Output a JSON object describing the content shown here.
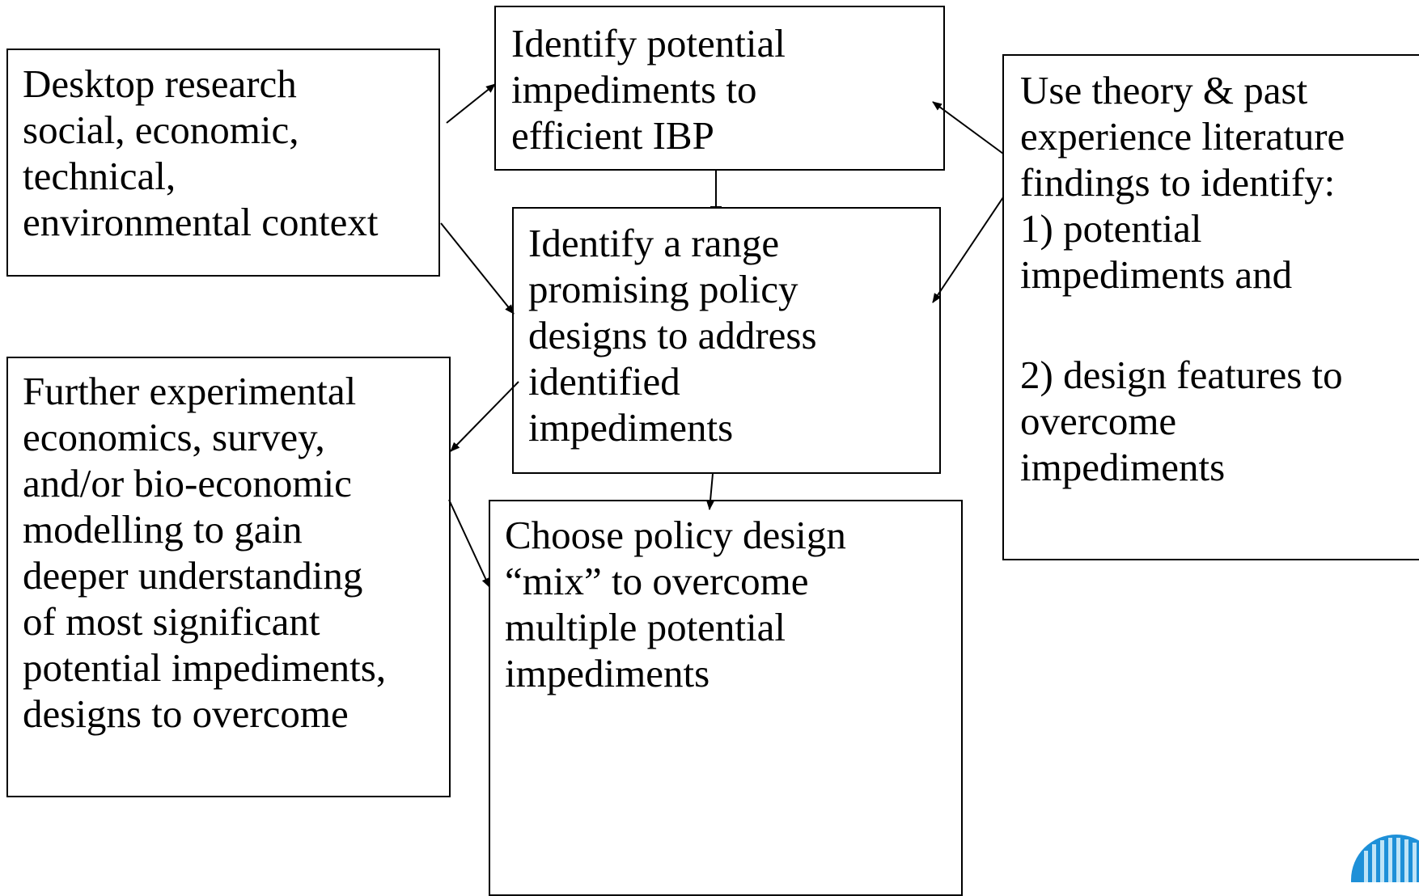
{
  "boxes": {
    "desktop_research": {
      "lines": [
        "Desktop research",
        "social, economic,",
        "technical,",
        "environmental context"
      ]
    },
    "identify_impediments": {
      "lines": [
        "Identify potential",
        "impediments to",
        "efficient IBP"
      ]
    },
    "identify_range": {
      "lines": [
        "Identify a range",
        "promising policy",
        "designs to address",
        "identified",
        "impediments"
      ]
    },
    "theory_literature": {
      "lines": [
        "Use theory & past",
        "experience literature",
        "findings to identify:",
        "1) potential",
        "impediments and"
      ],
      "lines2": [
        "2) design features to",
        "overcome",
        "impediments"
      ]
    },
    "further_experimental": {
      "lines": [
        "Further experimental",
        "economics, survey,",
        "and/or bio-economic",
        "modelling to gain",
        "deeper understanding",
        "of most significant",
        "potential impediments,",
        "designs to overcome"
      ]
    },
    "choose_mix": {
      "lines": [
        "Choose policy design",
        "“mix” to overcome",
        "multiple potential",
        "impediments"
      ]
    }
  },
  "colors": {
    "stroke": "#000000",
    "logo_blue": "#1e90d8",
    "logo_light": "#bfe4f7"
  },
  "icons": {
    "corner_logo": "logo-icon"
  }
}
